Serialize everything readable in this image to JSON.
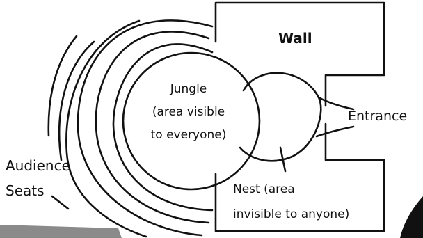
{
  "colors": {
    "ink": "#111111",
    "paper": "#ffffff",
    "shadow": "#8a8a8a"
  },
  "labels": {
    "wall": "Wall",
    "entrance": "Entrance",
    "jungle": [
      "Jungle",
      "(area visible",
      "to everyone)"
    ],
    "audience": [
      "Audience",
      "Seats"
    ],
    "nest": [
      "Nest (area",
      "invisible to anyone)"
    ]
  }
}
